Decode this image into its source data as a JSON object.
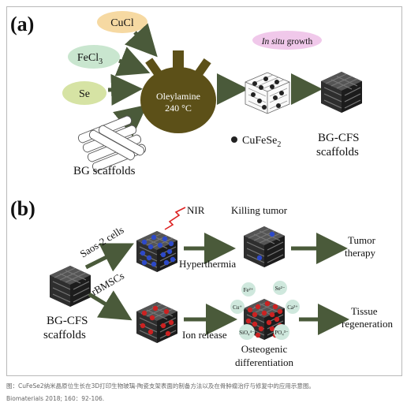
{
  "panel_a": {
    "label": "(a)",
    "reagents": [
      "CuCl",
      "FeCl",
      "Se"
    ],
    "fecl_subscript": "3",
    "reactor_line1": "Oleylamine",
    "reactor_line2": "240 °C",
    "insitu_italic": "In situ",
    "insitu_rest": " growth",
    "scaffold_label": "BG scaffolds",
    "legend_label": "CuFeSe",
    "legend_subscript": "2",
    "product_line1": "BG-CFS",
    "product_line2": "scaffolds"
  },
  "panel_b": {
    "label": "(b)",
    "start_line1": "BG-CFS",
    "start_line2": "scaffolds",
    "upper_arrow_label": "Saos-2 cells",
    "nir": "NIR",
    "killing": "Killing tumor",
    "hyperthermia": "Hyperthermia",
    "tumor1": "Tumor",
    "tumor2": "therapy",
    "lower_arrow_label": "rBMSCs",
    "ion_release": "Ion release",
    "ions": [
      "Fe²⁺",
      "Se²⁻",
      "Cu⁺",
      "Ca²⁺",
      "SiO₄⁴⁻",
      "PO₄³⁻"
    ],
    "osteo1": "Osteogenic",
    "osteo2": "differentiation",
    "tissue1": "Tissue",
    "tissue2": "regeneration"
  },
  "caption": {
    "line1": "图：CuFeSe2纳米晶原位生长在3D打印生物玻璃-陶瓷支架表面的制备方法以及在骨肿瘤治疗与修复中的应用示意图。",
    "line2": "Biomaterials 2018; 160：92-106."
  },
  "colors": {
    "arrow": "#4a5a3a",
    "reactor": "#5c5018",
    "cucl_fill": "#f6d9a2",
    "fecl_fill": "#c9e6cf",
    "se_fill": "#d6e3a4",
    "insitu_fill": "#f0c8ea",
    "ion_fill": "#cfe8dd",
    "blue_dot": "#2d49c8",
    "red_dot": "#cc2222"
  }
}
